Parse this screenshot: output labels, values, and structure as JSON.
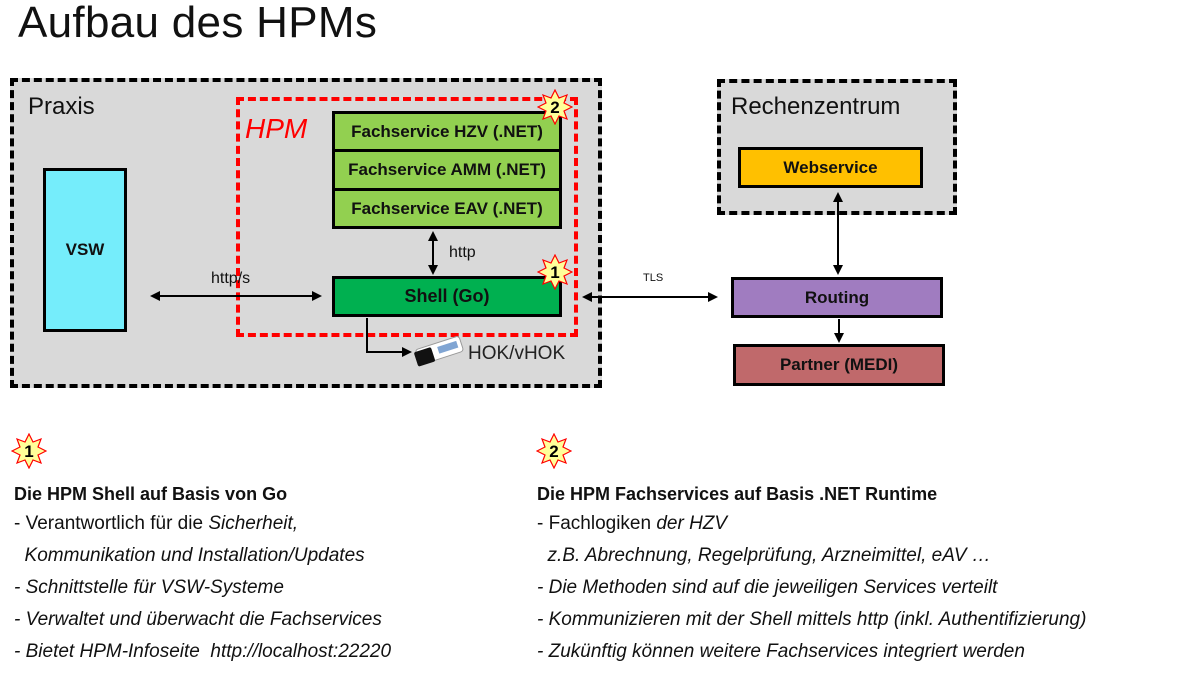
{
  "page": {
    "title": "Aufbau des HPMs"
  },
  "diagram": {
    "praxis": {
      "label": "Praxis"
    },
    "hpm": {
      "label": "HPM"
    },
    "vsw": {
      "label": "VSW"
    },
    "fachservices": [
      {
        "label": "Fachservice HZV (.NET)"
      },
      {
        "label": "Fachservice AMM (.NET)"
      },
      {
        "label": "Fachservice EAV (.NET)"
      }
    ],
    "shell": {
      "label": "Shell (Go)"
    },
    "hok": {
      "label": "HOK/vHOK"
    },
    "rechenzentrum": {
      "label": "Rechenzentrum"
    },
    "webservice": {
      "label": "Webservice"
    },
    "routing": {
      "label": "Routing"
    },
    "partner": {
      "label": "Partner (MEDI)"
    },
    "edges": {
      "vsw_shell": "http/s",
      "fach_shell": "http",
      "shell_routing": "TLS"
    },
    "markers": {
      "shell": "1",
      "fachservices": "2"
    },
    "colors": {
      "zone_bg": "#d9d9d9",
      "hpm_border": "#ff0000",
      "vsw": "#75edfb",
      "fachservice": "#92d050",
      "shell": "#00b050",
      "webservice": "#ffc000",
      "routing": "#a07cc0",
      "partner": "#c0696b",
      "star_fill": "#ffff99",
      "star_stroke": "#ff0000"
    }
  },
  "notes": {
    "shell": {
      "marker": "1",
      "title": "Die HPM Shell auf Basis von Go",
      "line1_prefix": "- Verantwortlich für die ",
      "line1_italic": "Sicherheit,",
      "line2": "  Kommunikation und Installation/Updates",
      "line3": "- Schnittstelle für VSW-Systeme",
      "line4": "- Verwaltet und überwacht die Fachservices",
      "line5": "- Bietet HPM-Infoseite  http://localhost:22220"
    },
    "fachservices": {
      "marker": "2",
      "title": "Die HPM Fachservices auf Basis .NET Runtime",
      "line1_prefix": "- Fachlogiken ",
      "line1_italic": "der HZV",
      "line2": "  z.B. Abrechnung, Regelprüfung, Arzneimittel, eAV …",
      "line3": "- Die Methoden sind auf die jeweiligen Services verteilt",
      "line4": "- Kommunizieren mit der Shell mittels http (inkl. Authentifizierung)",
      "line5": "- Zukünftig können weitere Fachservices integriert werden"
    }
  }
}
